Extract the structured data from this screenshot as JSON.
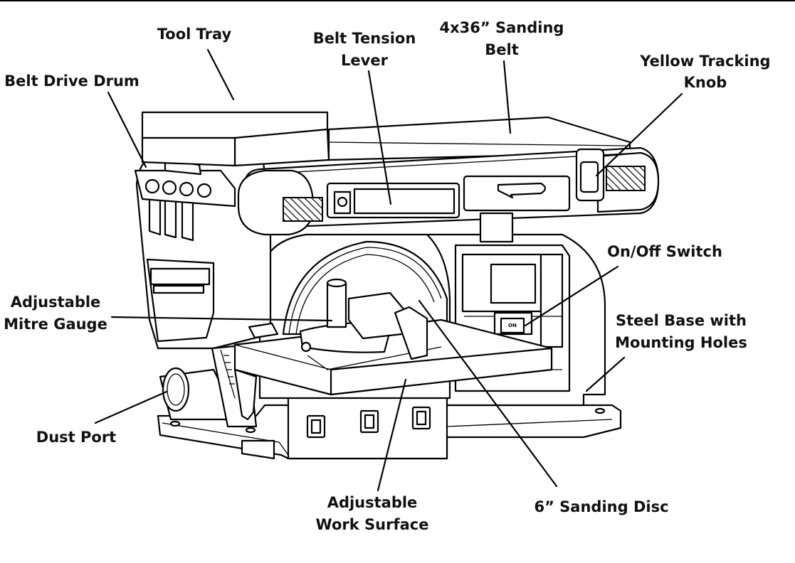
{
  "diagram": {
    "labels": {
      "tool_tray": "Tool Tray",
      "belt_drive_drum": "Belt Drive Drum",
      "belt_tension_lever_1": "Belt Tension",
      "belt_tension_lever_2": "Lever",
      "sanding_belt_1": "4x36” Sanding",
      "sanding_belt_2": "Belt",
      "yellow_tracking_knob_1": "Yellow Tracking",
      "yellow_tracking_knob_2": "Knob",
      "on_off_switch": "On/Off Switch",
      "adjustable_mitre_gauge_1": "Adjustable",
      "adjustable_mitre_gauge_2": "Mitre Gauge",
      "steel_base_1": "Steel Base with",
      "steel_base_2": "Mounting Holes",
      "dust_port": "Dust Port",
      "adjustable_work_surface_1": "Adjustable",
      "adjustable_work_surface_2": "Work Surface",
      "sanding_disc": "6” Sanding Disc"
    },
    "switch_marking": "ON"
  }
}
